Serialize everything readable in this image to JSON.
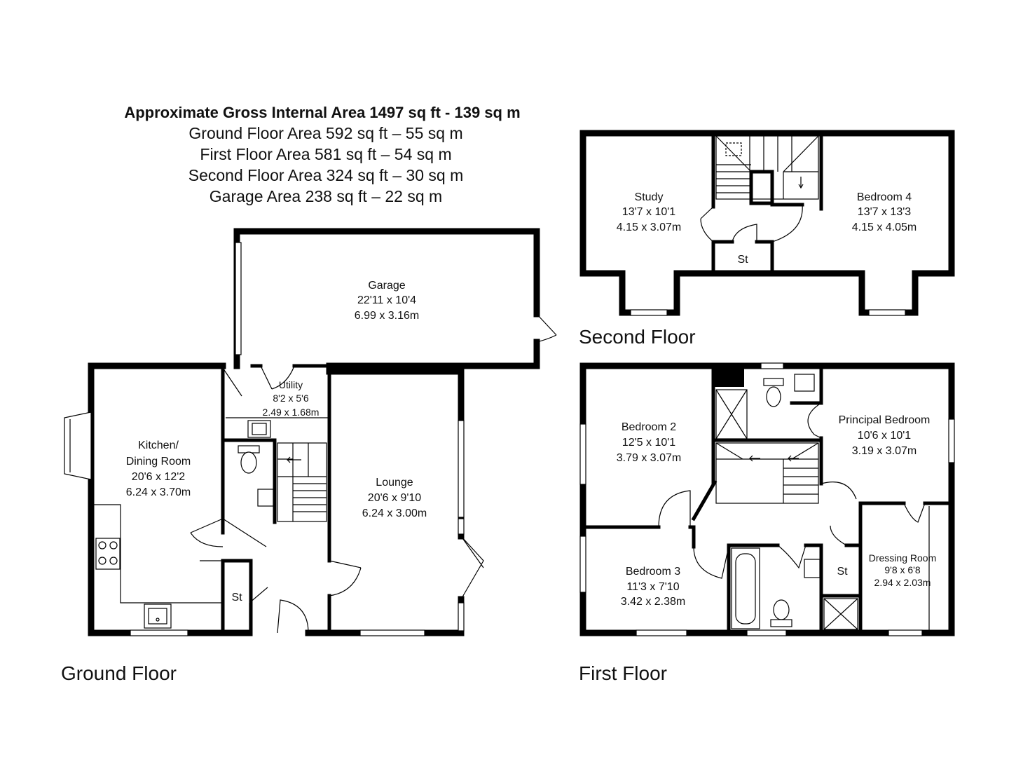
{
  "header": {
    "total": "Approximate Gross Internal Area 1497 sq ft - 139 sq m",
    "ground": "Ground Floor Area 592 sq ft – 55 sq m",
    "first": "First Floor Area 581 sq ft – 54 sq m",
    "second": "Second Floor Area 324 sq ft – 30 sq m",
    "garage": "Garage Area 238 sq ft – 22 sq m"
  },
  "floors": {
    "ground": "Ground Floor",
    "first": "First Floor",
    "second": "Second Floor"
  },
  "rooms": {
    "garage": {
      "name": "Garage",
      "imperial": "22'11 x 10'4",
      "metric": "6.99 x 3.16m"
    },
    "utility": {
      "name": "Utility",
      "imperial": "8'2 x 5'6",
      "metric": "2.49 x 1.68m"
    },
    "kitchen": {
      "name1": "Kitchen/",
      "name2": "Dining Room",
      "imperial": "20'6 x 12'2",
      "metric": "6.24 x 3.70m"
    },
    "lounge": {
      "name": "Lounge",
      "imperial": "20'6 x 9'10",
      "metric": "6.24 x 3.00m"
    },
    "st_ground": {
      "name": "St"
    },
    "study": {
      "name": "Study",
      "imperial": "13'7 x 10'1",
      "metric": "4.15 x 3.07m"
    },
    "bedroom4": {
      "name": "Bedroom 4",
      "imperial": "13'7 x 13'3",
      "metric": "4.15 x 4.05m"
    },
    "st_second": {
      "name": "St"
    },
    "bedroom2": {
      "name": "Bedroom 2",
      "imperial": "12'5 x 10'1",
      "metric": "3.79 x 3.07m"
    },
    "principal": {
      "name": "Principal Bedroom",
      "imperial": "10'6 x 10'1",
      "metric": "3.19 x 3.07m"
    },
    "bedroom3": {
      "name": "Bedroom 3",
      "imperial": "11'3 x 7'10",
      "metric": "3.42 x 2.38m"
    },
    "dressing": {
      "name": "Dressing Room",
      "imperial": "9'8 x 6'8",
      "metric": "2.94 x 2.03m"
    },
    "st_first": {
      "name": "St"
    }
  },
  "colors": {
    "wall": "#000000",
    "background": "#ffffff"
  }
}
